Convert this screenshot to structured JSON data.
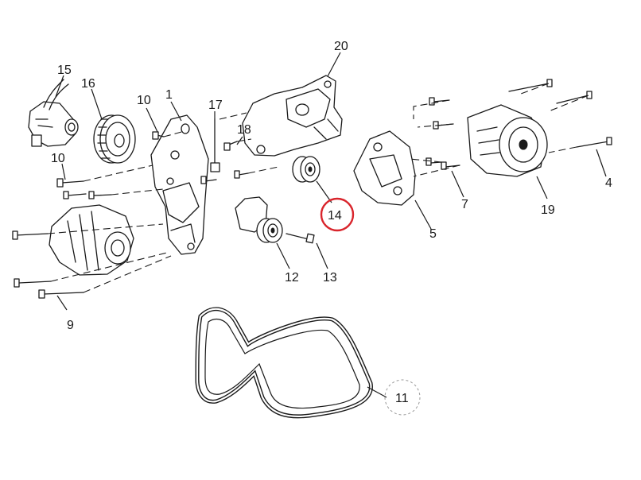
{
  "diagram": {
    "callouts": {
      "c1": "1",
      "c4": "4",
      "c5": "5",
      "c7": "7",
      "c9": "9",
      "c10a": "10",
      "c10b": "10",
      "c11": "11",
      "c12": "12",
      "c13": "13",
      "c14": "14",
      "c15": "15",
      "c16": "16",
      "c17": "17",
      "c18": "18",
      "c19": "19",
      "c20": "20"
    },
    "highlight_color": "#d9252c",
    "highlighted_callout": "14"
  }
}
